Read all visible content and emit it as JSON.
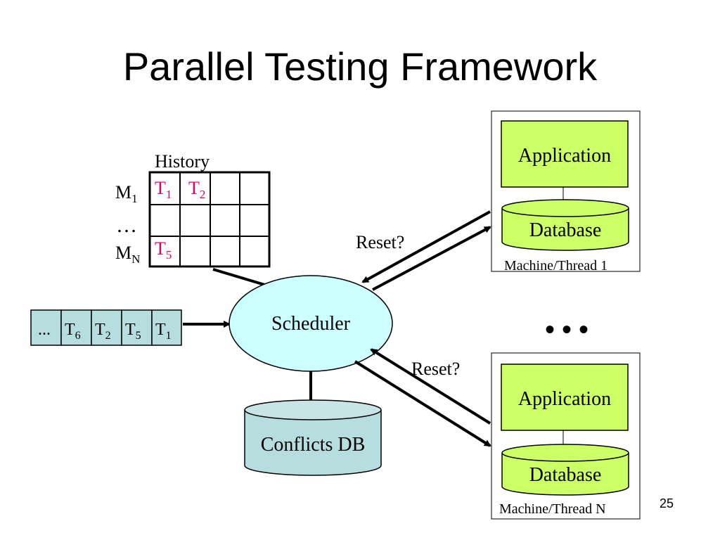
{
  "slide": {
    "title": "Parallel Testing Framework",
    "page_number": "25"
  },
  "history": {
    "label": "History",
    "rows": [
      {
        "label": "M",
        "sub": "1"
      },
      {
        "label": "…",
        "sub": ""
      },
      {
        "label": "M",
        "sub": "N"
      }
    ],
    "cells": [
      {
        "row": 0,
        "col": 0,
        "label": "T",
        "sub": "1"
      },
      {
        "row": 0,
        "col": 1,
        "label": "T",
        "sub": "2"
      },
      {
        "row": 2,
        "col": 0,
        "label": "T",
        "sub": "5"
      }
    ]
  },
  "queue": {
    "items": [
      {
        "label": "...",
        "sub": ""
      },
      {
        "label": "T",
        "sub": "6"
      },
      {
        "label": "T",
        "sub": "2"
      },
      {
        "label": "T",
        "sub": "5"
      },
      {
        "label": "T",
        "sub": "1"
      }
    ]
  },
  "scheduler": {
    "label": "Scheduler"
  },
  "conflicts_db": {
    "label": "Conflicts DB"
  },
  "machines": [
    {
      "application": "Application",
      "database": "Database",
      "label": "Machine/Thread 1",
      "reset_label": "Reset?"
    },
    {
      "application": "Application",
      "database": "Database",
      "label": "Machine/Thread N",
      "reset_label": "Reset?"
    }
  ],
  "ellipsis": "• • •",
  "colors": {
    "app_fill": "#ccff66",
    "db_fill": "#ccff66",
    "scheduler_fill": "#ccffff",
    "conflicts_fill": "#b7dede",
    "queue_fill": "#b7dede",
    "history_text": "#e0006a"
  }
}
